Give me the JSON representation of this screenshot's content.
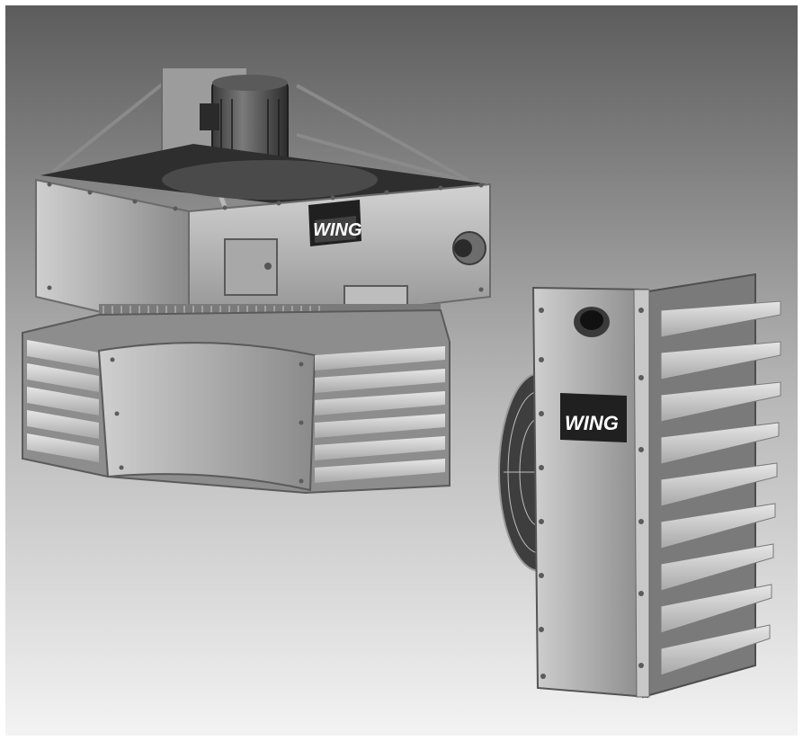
{
  "brand": {
    "left_unit_logo": "WING",
    "right_unit_logo": "WING"
  },
  "colors": {
    "background_top": "#5f5f5f",
    "background_bottom": "#f2f2f2",
    "metal_light": "#bdbdbd",
    "metal_mid": "#9a9a9a",
    "metal_dark": "#5a5a5a",
    "logo_plate": "#222222"
  },
  "icons": {
    "left_unit": "ceiling-unit-heater",
    "right_unit": "horizontal-unit-heater"
  }
}
